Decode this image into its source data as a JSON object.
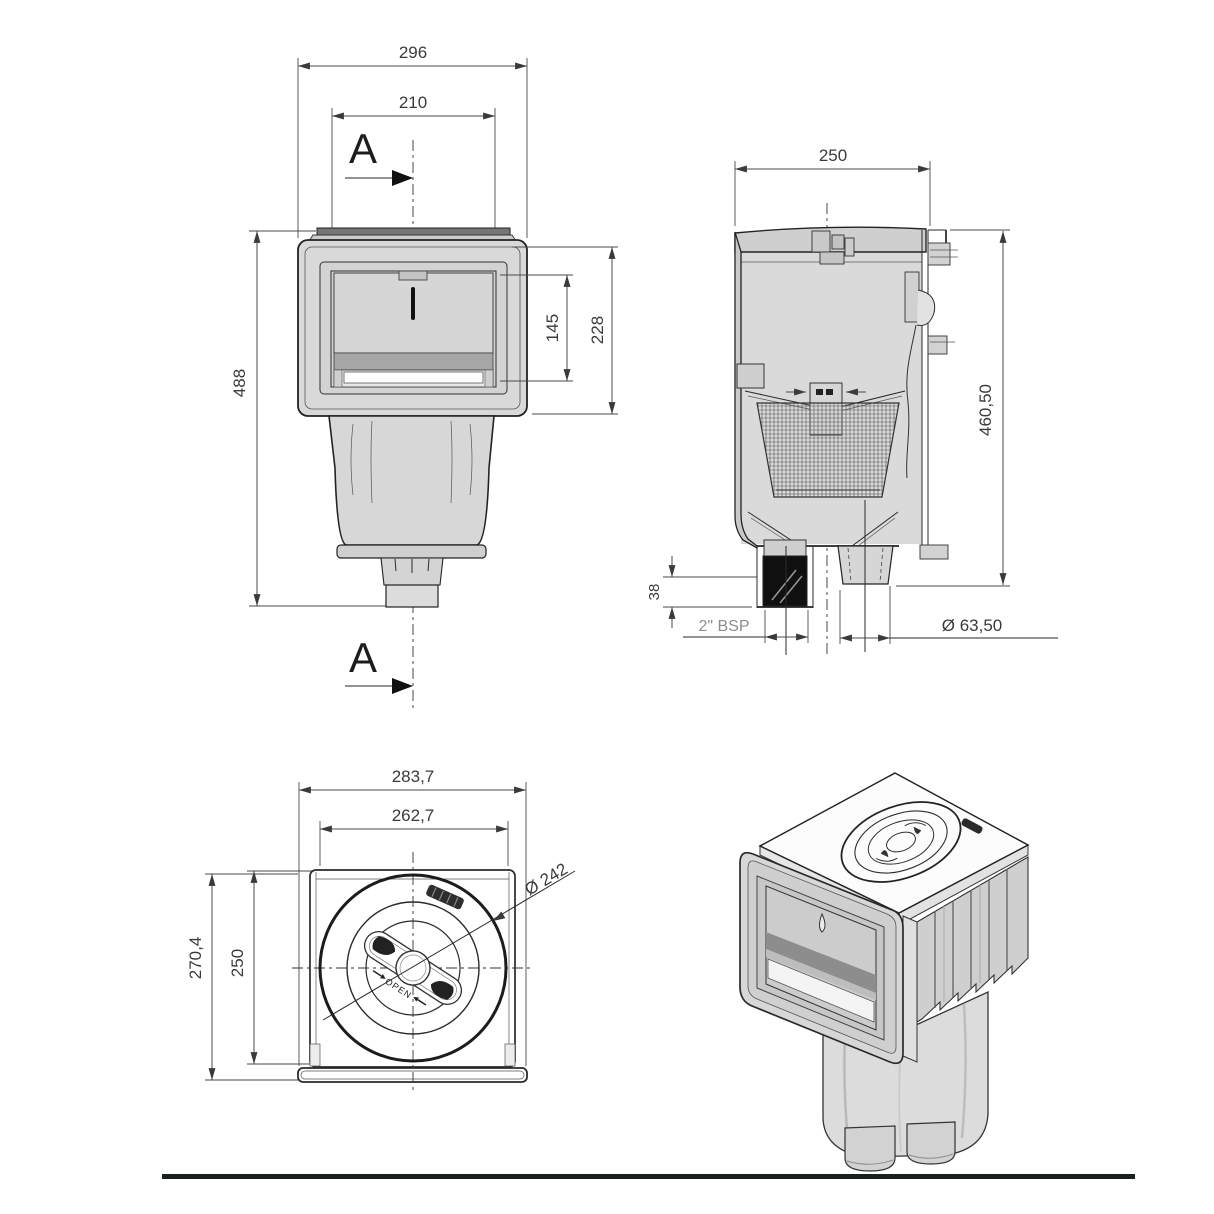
{
  "views": {
    "front": {
      "section_marker": "A",
      "dim_width_outer": "296",
      "dim_width_opening": "210",
      "dim_height_total": "488",
      "dim_height_opening": "145",
      "dim_height_faceplate": "228"
    },
    "section": {
      "dim_width_top": "250",
      "dim_height_total": "460,50",
      "dim_spigot": "38",
      "label_thread": "2\" BSP",
      "dim_pipe_diameter": "Ø 63,50"
    },
    "top": {
      "dim_width_outer": "283,7",
      "dim_width_inner": "262,7",
      "dim_depth_outer": "270,4",
      "dim_depth_inner": "250",
      "dim_lid_diameter": "Ø 242",
      "lid_label": "OPEN"
    },
    "colors": {
      "line": "#2a2a2a",
      "dim_text": "#3a3a3a",
      "muted_text": "#8d8d8d",
      "ground_line": "#17211d"
    }
  }
}
